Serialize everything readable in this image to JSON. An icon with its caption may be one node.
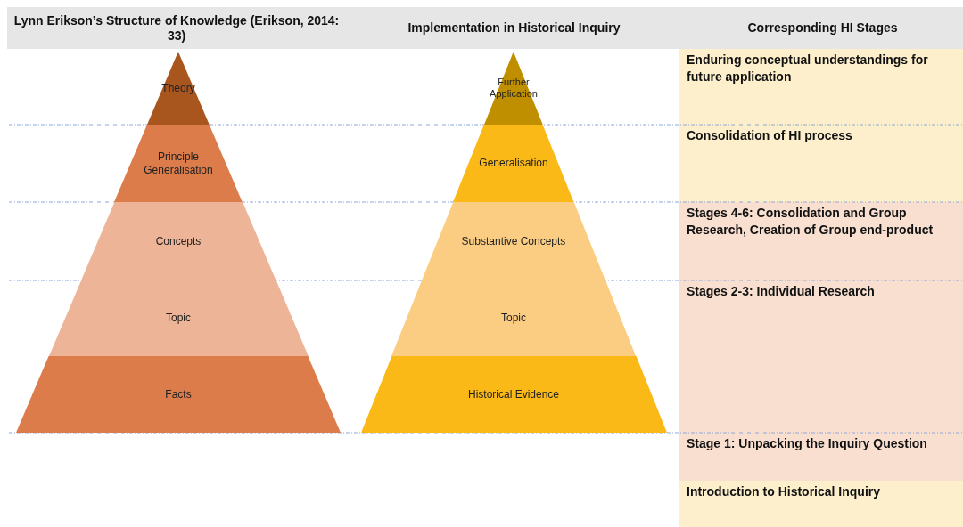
{
  "diagram": {
    "nodes": [
      {
        "text": [
          "Lynn Erikson’s Structure of Knowledge (Erikson, 2014: 33)"
        ]
      },
      {
        "text": [
          "Implementation in Historical Inquiry"
        ]
      },
      {
        "text": [
          "Corresponding HI Stages"
        ]
      },
      {
        "text": [
          "Theory"
        ]
      },
      {
        "text": [
          "Principle Generalisation"
        ]
      },
      {
        "text": [
          "Concepts"
        ]
      },
      {
        "text": [
          "Topic"
        ]
      },
      {
        "text": [
          "Facts"
        ]
      },
      {
        "text": [
          "Further Application"
        ]
      },
      {
        "text": [
          "Generalisation"
        ]
      },
      {
        "text": [
          "Substantive Concepts"
        ]
      },
      {
        "text": [
          "Topic"
        ]
      },
      {
        "text": [
          "Historical Evidence"
        ]
      },
      {
        "text": [
          "Enduring conceptual understandings for future application"
        ]
      },
      {
        "text": [
          "Consolidation of HI process"
        ]
      },
      {
        "text": [
          "Stages 4-6: Consolidation and Group Research, Creation of Group end-product"
        ]
      },
      {
        "text": [
          "Stages 2-3: Individual Research"
        ]
      },
      {
        "text": [
          "Stage 1: Unpacking the Inquiry Question"
        ]
      },
      {
        "text": [
          "Introduction to Historical Inquiry"
        ]
      }
    ]
  }
}
